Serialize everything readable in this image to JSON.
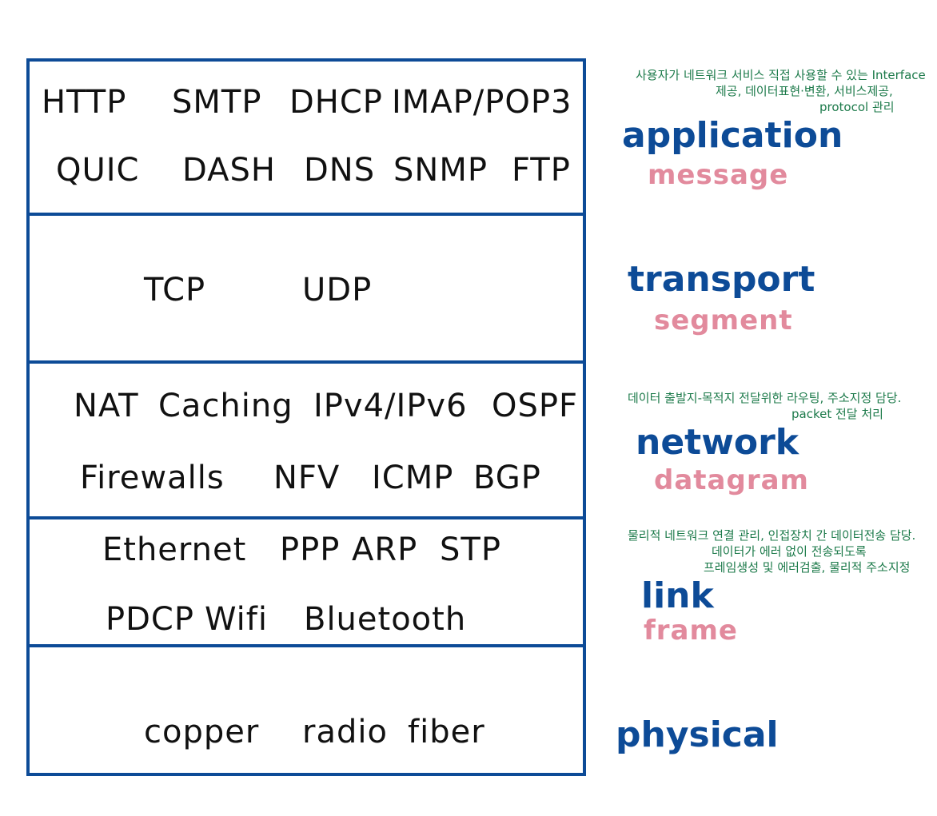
{
  "colors": {
    "border": "#0d4b97",
    "layer_name": "#0d4b97",
    "pdu": "#e28a9d",
    "note": "#1c7a4a",
    "protocol": "#111111"
  },
  "layers": [
    {
      "name": "application",
      "pdu": "message",
      "protocol_rows": [
        [
          "HTTP",
          "SMTP",
          "DHCP",
          "IMAP/POP3"
        ],
        [
          "QUIC",
          "DASH",
          "DNS",
          "SNMP",
          "FTP"
        ]
      ],
      "notes": [
        "사용자가 네트워크 서비스 직접 사용할 수 있는 Interface",
        "제공, 데이터표현·변환, 서비스제공,",
        "protocol 관리"
      ]
    },
    {
      "name": "transport",
      "pdu": "segment",
      "protocol_rows": [
        [
          "TCP",
          "UDP"
        ]
      ]
    },
    {
      "name": "network",
      "pdu": "datagram",
      "protocol_rows": [
        [
          "NAT",
          "Caching",
          "IPv4/IPv6",
          "OSPF"
        ],
        [
          "Firewalls",
          "NFV",
          "ICMP",
          "BGP"
        ]
      ],
      "notes": [
        "데이터 출발지-목적지 전달위한 라우팅, 주소지정 담당.",
        "packet 전달 처리"
      ]
    },
    {
      "name": "link",
      "pdu": "frame",
      "protocol_rows": [
        [
          "Ethernet",
          "PPP",
          "ARP",
          "STP"
        ],
        [
          "PDCP",
          "Wifi",
          "Bluetooth"
        ]
      ],
      "notes": [
        "물리적 네트워크 연결 관리, 인접장치 간 데이터전송 담당.",
        "데이터가 에러 없이 전송되도록",
        "프레임생성 및 에러검출, 물리적 주소지정"
      ]
    },
    {
      "name": "physical",
      "protocol_rows": [
        [
          "copper",
          "radio",
          "fiber"
        ]
      ]
    }
  ]
}
